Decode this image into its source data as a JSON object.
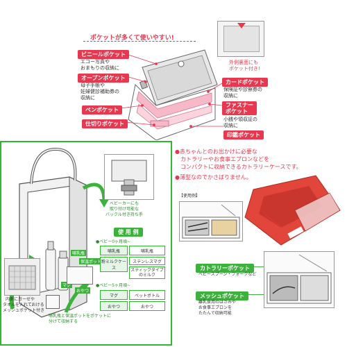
{
  "top": {
    "headline": "ポケットが多くて使いやすい!",
    "vinyl_label": "ビニールポケット",
    "vinyl_note_1": "エコー写真や",
    "vinyl_note_2": "おまもりの収納に",
    "open_label": "オープンポケット",
    "open_note_1": "母子手帳や",
    "open_note_2": "妊婦健診補助券の",
    "open_note_3": "収納に",
    "pen_label": "ペンポケット",
    "divider_label": "仕切りポケット",
    "outer_note_1": "外側裏面にも",
    "outer_note_2": "ポケット付き!",
    "card_label": "カードポケット",
    "card_note_1": "保険証や診察券の",
    "card_note_2": "収納に",
    "zip_label_1": "ファスナー",
    "zip_label_2": "ポケット",
    "zip_note_1": "小銭や領収証の",
    "zip_note_2": "収納に",
    "seal_label": "印鑑ポケット"
  },
  "left": {
    "hook_note_1": "ベビーカーにも",
    "hook_note_2": "取り付け可能な",
    "hook_note_3": "バックル付き持ち手",
    "mesh_note_1": "内側にガーゼや",
    "mesh_note_2": "タオルを入れておける",
    "mesh_note_3": "メッシュポケット付き",
    "bottle_note_1": "哺乳瓶と保温ポットをポケットに",
    "bottle_note_2": "分けて収納する",
    "grid_title": "使 用 例",
    "row1_label": "●ベビー0ヶ月頃~",
    "row2_label": "●ベビー5ヶ月頃~",
    "r1c1": "哺乳瓶",
    "r1c2": "哺乳瓶",
    "r1c3": "粉ミルクケース",
    "r1c4": "ステンレスマグ",
    "r1c5": "スティックタイプのミルク",
    "r2c1": "マグ",
    "r2c2": "ペットボトル",
    "r2c3": "おやつ",
    "r2c4": "おやつ",
    "tag1": "哺乳瓶",
    "tag2": "保温ポット",
    "tag3": "マグ",
    "tag4": "おやつ"
  },
  "right": {
    "bullet1_line1": "●赤ちゃんとのお出かけに必要な",
    "bullet1_line2": "カトラリーやお食事エプロンなどを",
    "bullet1_line3": "コンパクトに収納できるカトラリーケースです。",
    "bullet2": "●薄型なのでかさばりません。",
    "usage_tag": "【使用例】",
    "cutlery_label": "カトラリーポケット",
    "cutlery_note": "ベビースプーン・フォークなど",
    "mesh_label": "メッシュポケット",
    "mesh_note_1": "離乳食用のはさみや",
    "mesh_note_2": "お食事エプロンを",
    "mesh_note_3": "たたんで収納可能"
  },
  "colors": {
    "accent_red": "#e8384f",
    "accent_green": "#3cb13c",
    "case_red": "#e2453a",
    "pink": "#f7b9c8"
  }
}
